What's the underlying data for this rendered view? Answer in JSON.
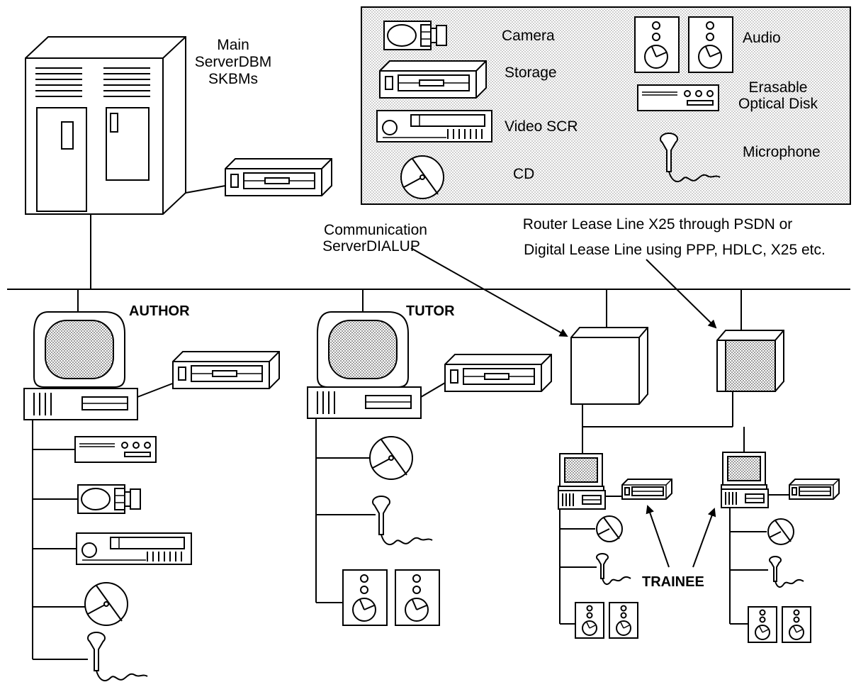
{
  "server": {
    "label_lines": [
      "Main",
      "ServerDBM",
      "SKBMs"
    ]
  },
  "legend": {
    "items": {
      "camera": "Camera",
      "storage": "Storage",
      "video_scr": "Video SCR",
      "cd": "CD",
      "audio": "Audio",
      "erasable_line1": "Erasable",
      "erasable_line2": "Optical Disk",
      "microphone": "Microphone"
    }
  },
  "comm_server": {
    "label_lines": [
      "Communication",
      "ServerDIALUP"
    ]
  },
  "router": {
    "label_lines": [
      "Router Lease Line X25 through PSDN or",
      "Digital Lease Line using PPP, HDLC, X25 etc."
    ]
  },
  "stations": {
    "author": "AUTHOR",
    "tutor": "TUTOR",
    "trainee": "TRAINEE"
  }
}
